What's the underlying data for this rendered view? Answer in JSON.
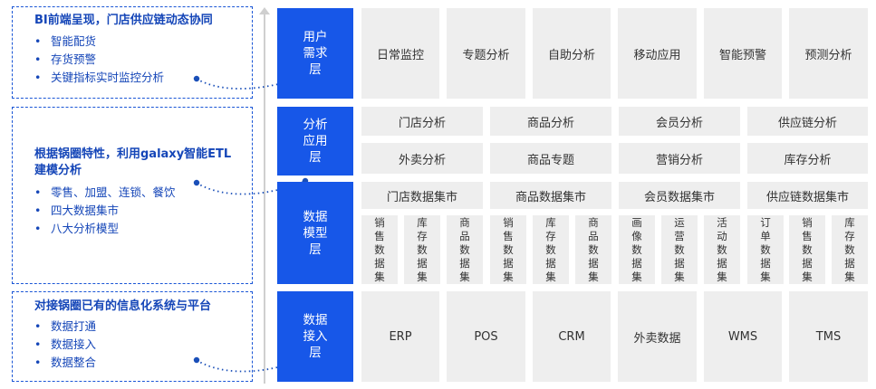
{
  "notes": [
    {
      "title": "BI前端呈现，门店供应链动态协同",
      "items": [
        "智能配货",
        "存货预警",
        "关键指标实时监控分析"
      ]
    },
    {
      "title": "根据锅圈特性，利用galaxy智能ETL建模分析",
      "items": [
        "零售、加盟、连锁、餐饮",
        "四大数据集市",
        "八大分析模型"
      ]
    },
    {
      "title": "对接锅圈已有的信息化系统与平台",
      "items": [
        "数据打通",
        "数据接入",
        "数据整合"
      ]
    }
  ],
  "layers": {
    "user": "用户需求层",
    "analysis": "分析应用层",
    "model": "数据模型层",
    "access": "数据接入层"
  },
  "user_row": [
    "日常监控",
    "专题分析",
    "自助分析",
    "移动应用",
    "智能预警",
    "预测分析"
  ],
  "analysis_row1": [
    "门店分析",
    "商品分析",
    "会员分析",
    "供应链分析"
  ],
  "analysis_row2": [
    "外卖分析",
    "商品专题",
    "营销分析",
    "库存分析"
  ],
  "marts": [
    "门店数据集市",
    "商品数据集市",
    "会员数据集市",
    "供应链数据集市"
  ],
  "datasets": [
    "销售数据集",
    "库存数据集",
    "商品数据集",
    "销售数据集",
    "库存数据集",
    "商品数据集",
    "画像数据集",
    "运营数据集",
    "活动数据集",
    "订单数据集",
    "销售数据集",
    "库存数据集"
  ],
  "access_row": [
    "ERP",
    "POS",
    "CRM",
    "外卖数据",
    "WMS",
    "TMS"
  ],
  "colors": {
    "accent": "#1757e8",
    "note_text": "#1546b8",
    "cell_bg": "#eeeeee"
  }
}
